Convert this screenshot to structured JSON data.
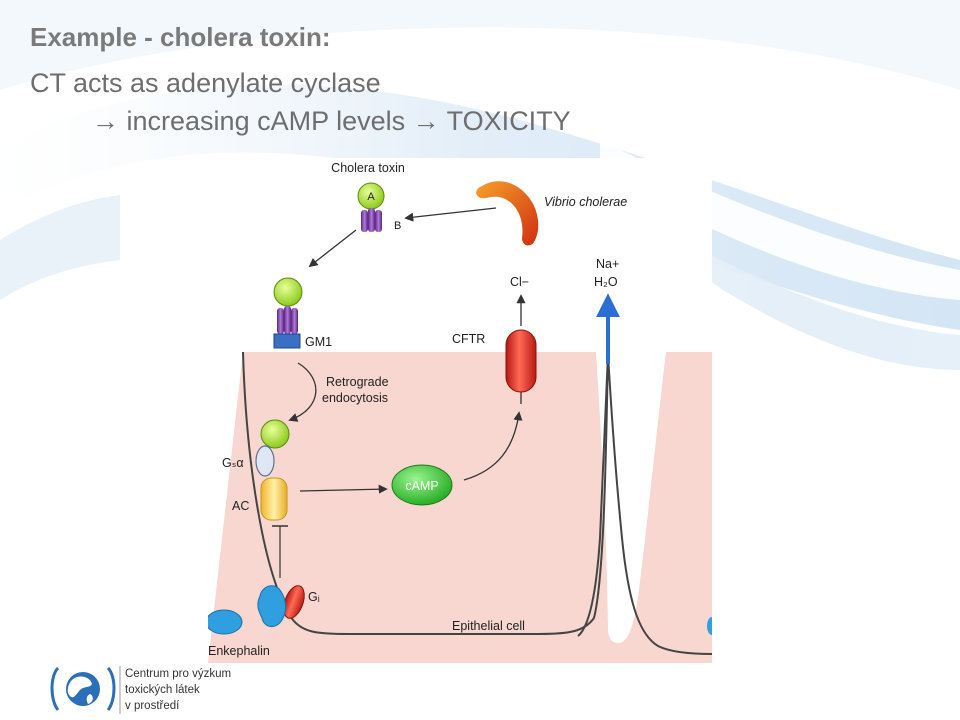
{
  "slide": {
    "title": "Example - cholera toxin:",
    "line1": "CT acts as adenylate cyclase",
    "line2_arrow1": "→",
    "line2_part1": "increasing cAMP levels",
    "line2_arrow2": "→",
    "line2_part2": "TOXICITY"
  },
  "diagram": {
    "cholera_toxin": "Cholera toxin",
    "a": "A",
    "b": "B",
    "vibrio": "Vibrio cholerae",
    "gm1": "GM1",
    "cftr": "CFTR",
    "cl": "Cl−",
    "na": "Na+",
    "h2o": "H₂O",
    "retro1": "Retrograde",
    "retro2": "endocytosis",
    "gsa": "Gₛα",
    "ac": "AC",
    "camp": "cAMP",
    "gi": "Gᵢ",
    "epithelial": "Epithelial cell",
    "enkephalin": "Enkephalin"
  },
  "logo": {
    "line1": "Centrum pro výzkum",
    "line2": "toxických látek",
    "line3": "v prostředí"
  },
  "colors": {
    "cell_fill": "#f7d7cf",
    "green": "#a8e022",
    "purple": "#7a3fa0",
    "blue_receptor": "#3b6fc4",
    "cftr_red": "#d92c20",
    "camp_green": "#3cc43a",
    "ac_yellow": "#f5cf55"
  }
}
